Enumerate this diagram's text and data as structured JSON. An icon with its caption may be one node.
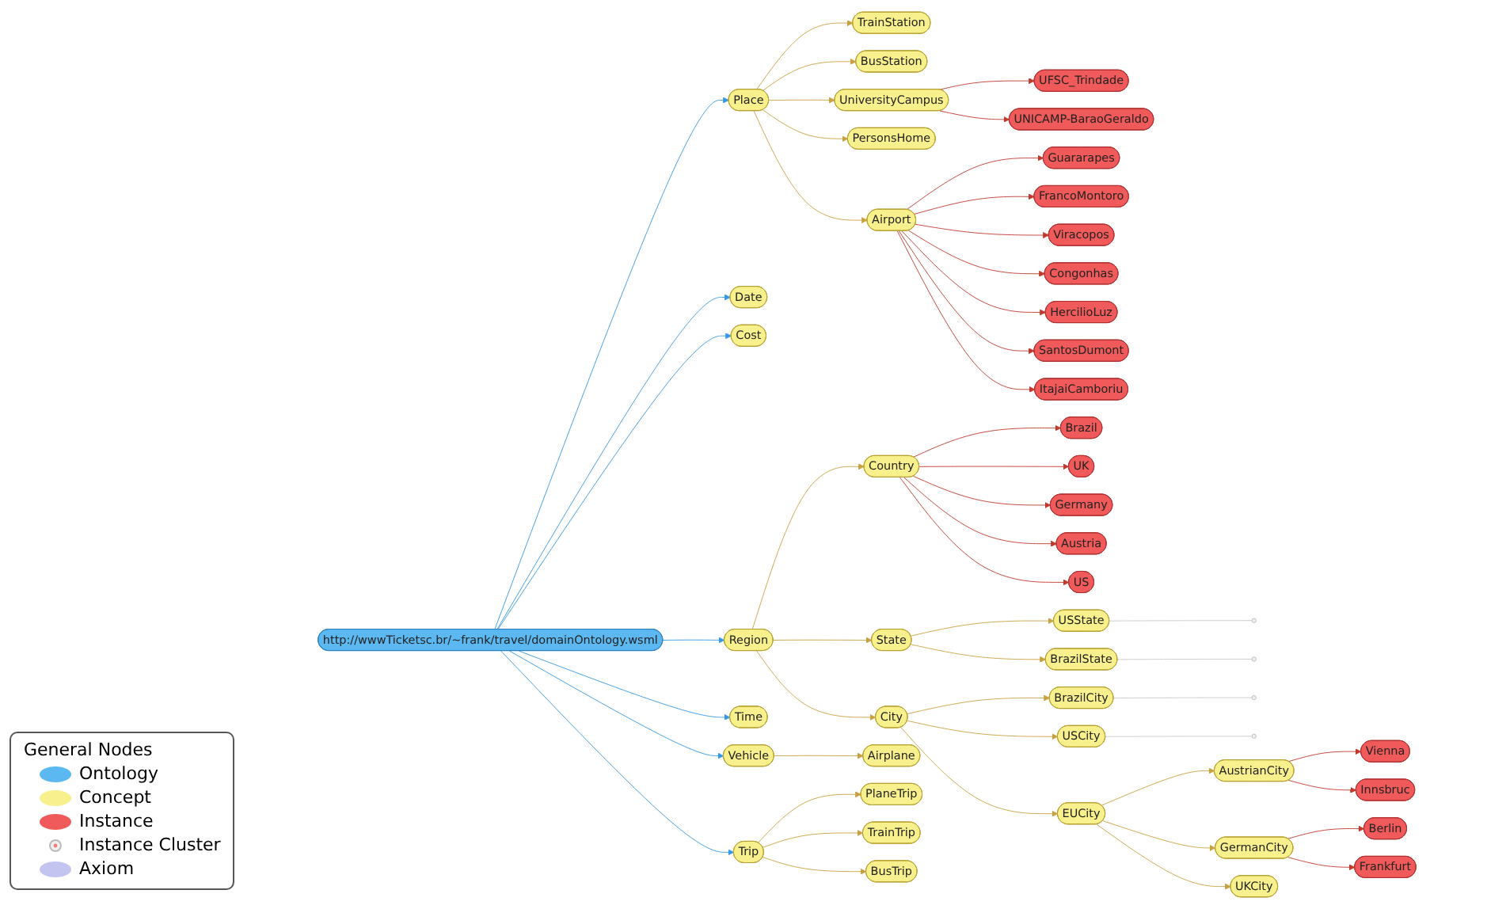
{
  "diagram": {
    "nodes": [
      {
        "text": [
          "http://wwwTicketsc.br/~frank/travel/domainOntology.wsml"
        ]
      },
      {
        "text": [
          "Place"
        ]
      },
      {
        "text": [
          "Date"
        ]
      },
      {
        "text": [
          "Cost"
        ]
      },
      {
        "text": [
          "Region"
        ]
      },
      {
        "text": [
          "Time"
        ]
      },
      {
        "text": [
          "Vehicle"
        ]
      },
      {
        "text": [
          "Trip"
        ]
      },
      {
        "text": [
          "Airport"
        ]
      },
      {
        "text": [
          "TrainStation"
        ]
      },
      {
        "text": [
          "BusStation"
        ]
      },
      {
        "text": [
          "PersonsHome"
        ]
      },
      {
        "text": [
          "UniversityCampus"
        ]
      },
      {
        "text": [
          "UFSC_Trindade"
        ]
      },
      {
        "text": [
          "UNICAMP-BaraoGeraldo"
        ]
      },
      {
        "text": [
          "Guararapes"
        ]
      },
      {
        "text": [
          "FrancoMontoro"
        ]
      },
      {
        "text": [
          "Viracopos"
        ]
      },
      {
        "text": [
          "Congonhas"
        ]
      },
      {
        "text": [
          "HercilioLuz"
        ]
      },
      {
        "text": [
          "SantosDumont"
        ]
      },
      {
        "text": [
          "ItajaiCamboriu"
        ]
      },
      {
        "text": [
          "Country"
        ]
      },
      {
        "text": [
          "Brazil"
        ]
      },
      {
        "text": [
          "UK"
        ]
      },
      {
        "text": [
          "Germany"
        ]
      },
      {
        "text": [
          "Austria"
        ]
      },
      {
        "text": [
          "US"
        ]
      },
      {
        "text": [
          "State"
        ]
      },
      {
        "text": [
          "USState"
        ]
      },
      {
        "text": [
          "BrazilState"
        ]
      },
      {
        "text": [],
        "shape": "circle"
      },
      {
        "text": [],
        "shape": "circle"
      },
      {
        "text": [
          "City"
        ]
      },
      {
        "text": [
          "BrazilCity"
        ]
      },
      {
        "text": [],
        "shape": "circle"
      },
      {
        "text": [
          "USCity"
        ]
      },
      {
        "text": [],
        "shape": "circle"
      },
      {
        "text": [
          "EUCity"
        ]
      },
      {
        "text": [
          "AustrianCity"
        ]
      },
      {
        "text": [
          "Vienna"
        ]
      },
      {
        "text": [
          "Innsbruc"
        ]
      },
      {
        "text": [
          "GermanCity"
        ]
      },
      {
        "text": [
          "Berlin"
        ]
      },
      {
        "text": [
          "Frankfurt"
        ]
      },
      {
        "text": [
          "UKCity"
        ]
      },
      {
        "text": [
          "Airplane"
        ]
      },
      {
        "text": [
          "PlaneTrip"
        ]
      },
      {
        "text": [
          "TrainTrip"
        ]
      },
      {
        "text": [
          "BusTrip"
        ]
      }
    ],
    "edges": [
      {
        "from": 0,
        "to": 1,
        "arrow": "to",
        "color": "#3399e6"
      },
      {
        "from": 0,
        "to": 2,
        "arrow": "to",
        "color": "#3399e6"
      },
      {
        "from": 0,
        "to": 3,
        "arrow": "to",
        "color": "#3399e6"
      },
      {
        "from": 0,
        "to": 4,
        "arrow": "to",
        "color": "#3399e6"
      },
      {
        "from": 0,
        "to": 5,
        "arrow": "to",
        "color": "#3399e6"
      },
      {
        "from": 0,
        "to": 6,
        "arrow": "to",
        "color": "#3399e6"
      },
      {
        "from": 0,
        "to": 7,
        "arrow": "to",
        "color": "#3399e6"
      },
      {
        "from": 1,
        "to": 9,
        "arrow": "to"
      },
      {
        "from": 1,
        "to": 10,
        "arrow": "to"
      },
      {
        "from": 1,
        "to": 11,
        "arrow": "to"
      },
      {
        "from": 1,
        "to": 12,
        "arrow": "to"
      },
      {
        "from": 1,
        "to": 8,
        "arrow": "to"
      },
      {
        "from": 12,
        "to": 13,
        "arrow": "to",
        "color": "#c0392b"
      },
      {
        "from": 12,
        "to": 14,
        "arrow": "to",
        "color": "#c0392b"
      },
      {
        "from": 8,
        "to": 15,
        "arrow": "to",
        "color": "#c0392b"
      },
      {
        "from": 8,
        "to": 16,
        "arrow": "to",
        "color": "#c0392b"
      },
      {
        "from": 8,
        "to": 17,
        "arrow": "to",
        "color": "#c0392b"
      },
      {
        "from": 8,
        "to": 18,
        "arrow": "to",
        "color": "#c0392b"
      },
      {
        "from": 8,
        "to": 19,
        "arrow": "to",
        "color": "#c0392b"
      },
      {
        "from": 8,
        "to": 20,
        "arrow": "to",
        "color": "#c0392b"
      },
      {
        "from": 8,
        "to": 21,
        "arrow": "to",
        "color": "#c0392b"
      },
      {
        "from": 4,
        "to": 22,
        "arrow": "to"
      },
      {
        "from": 22,
        "to": 23,
        "arrow": "to",
        "color": "#c0392b"
      },
      {
        "from": 22,
        "to": 24,
        "arrow": "to",
        "color": "#c0392b"
      },
      {
        "from": 22,
        "to": 25,
        "arrow": "to",
        "color": "#c0392b"
      },
      {
        "from": 22,
        "to": 26,
        "arrow": "to",
        "color": "#c0392b"
      },
      {
        "from": 22,
        "to": 27,
        "arrow": "to",
        "color": "#c0392b"
      },
      {
        "from": 4,
        "to": 28,
        "arrow": "to"
      },
      {
        "from": 28,
        "to": 29,
        "arrow": "to"
      },
      {
        "from": 28,
        "to": 30,
        "arrow": "to"
      },
      {
        "from": 29,
        "to": 31,
        "arrow": "none",
        "color": "#c8c8c8"
      },
      {
        "from": 30,
        "to": 32,
        "arrow": "none",
        "color": "#c8c8c8"
      },
      {
        "from": 4,
        "to": 33,
        "arrow": "to"
      },
      {
        "from": 33,
        "to": 34,
        "arrow": "to"
      },
      {
        "from": 34,
        "to": 35,
        "arrow": "none",
        "color": "#c8c8c8"
      },
      {
        "from": 33,
        "to": 36,
        "arrow": "to"
      },
      {
        "from": 36,
        "to": 37,
        "arrow": "none",
        "color": "#c8c8c8"
      },
      {
        "from": 33,
        "to": 38,
        "arrow": "to"
      },
      {
        "from": 38,
        "to": 39,
        "arrow": "to"
      },
      {
        "from": 39,
        "to": 40,
        "arrow": "to",
        "color": "#c0392b"
      },
      {
        "from": 39,
        "to": 41,
        "arrow": "to",
        "color": "#c0392b"
      },
      {
        "from": 38,
        "to": 42,
        "arrow": "to"
      },
      {
        "from": 42,
        "to": 43,
        "arrow": "to",
        "color": "#c0392b"
      },
      {
        "from": 42,
        "to": 44,
        "arrow": "to",
        "color": "#c0392b"
      },
      {
        "from": 38,
        "to": 45,
        "arrow": "to"
      },
      {
        "from": 6,
        "to": 46,
        "arrow": "to"
      },
      {
        "from": 7,
        "to": 47,
        "arrow": "to"
      },
      {
        "from": 7,
        "to": 48,
        "arrow": "to"
      },
      {
        "from": 7,
        "to": 49,
        "arrow": "to"
      }
    ],
    "labels": [
      "General Nodes"
    ],
    "legend": [
      {
        "text": "Ontology",
        "color": "#5bb8f0"
      },
      {
        "text": "Concept",
        "color": "#f7f08c"
      },
      {
        "text": "Instance",
        "color": "#f05a5a"
      },
      {
        "text": "Instance Cluster"
      },
      {
        "text": "Axiom",
        "color": "#c4c4f0"
      }
    ]
  }
}
